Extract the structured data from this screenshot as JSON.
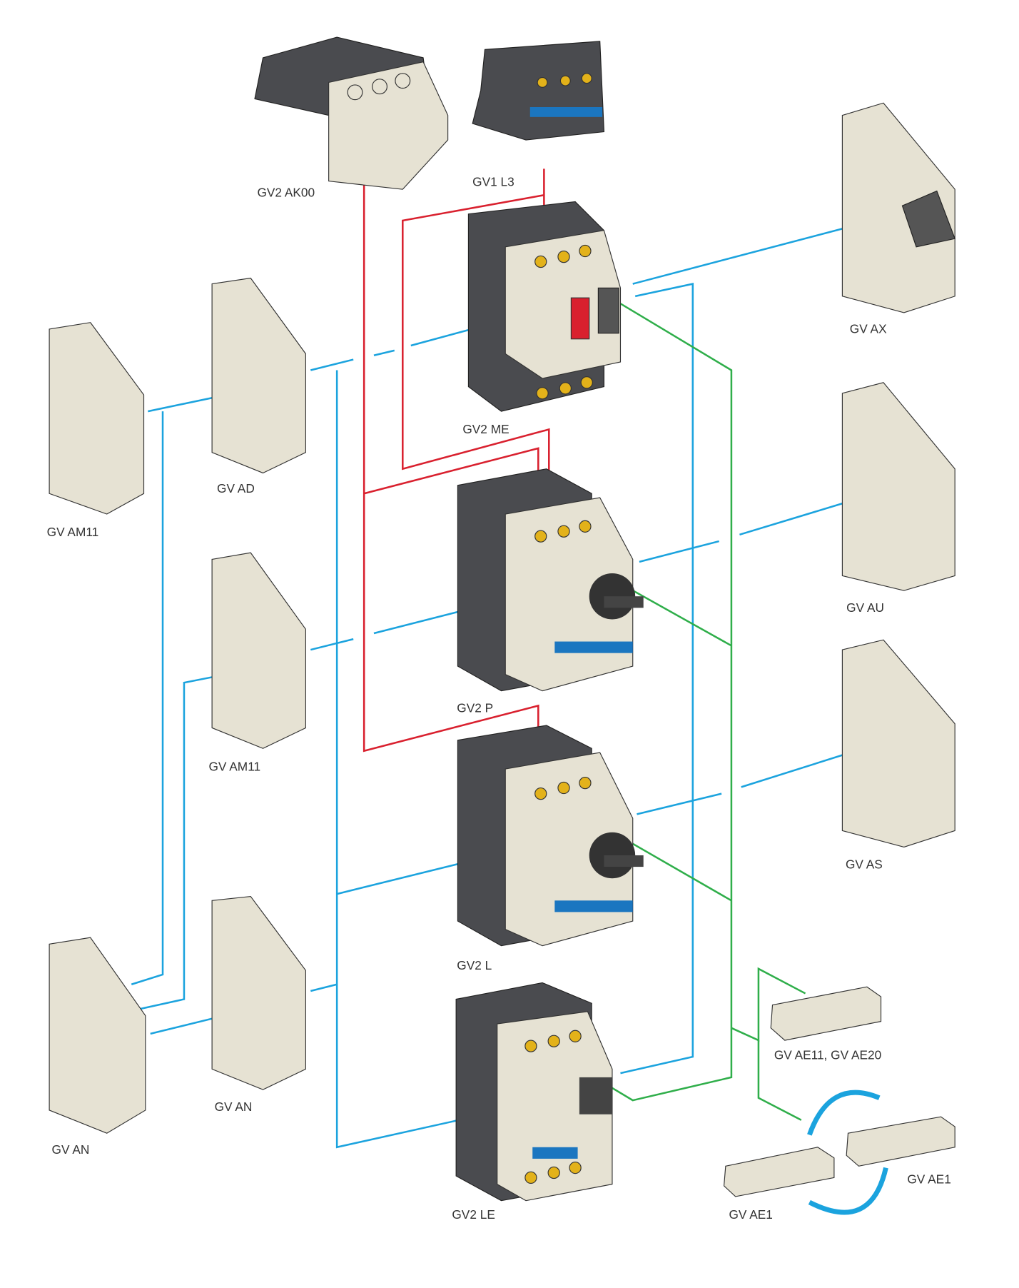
{
  "labels": {
    "gv2ak00": "GV2 AK00",
    "gv1l3": "GV1 L3",
    "gvax": "GV AX",
    "gv2me": "GV2 ME",
    "gvad": "GV AD",
    "gvam11_left": "GV AM11",
    "gvau": "GV AU",
    "gvam11_mid": "GV AM11",
    "gv2p": "GV2 P",
    "gvas": "GV AS",
    "gv2l": "GV2 L",
    "gvae11": "GV AE11, GV AE20",
    "gvan_mid": "GV AN",
    "gvan_left": "GV AN",
    "gvae1_right": "GV AE1",
    "gvae1_left": "GV AE1",
    "gv2le": "GV2 LE"
  },
  "colors": {
    "red_link": "#d9202e",
    "blue_link": "#1ba3de",
    "green_link": "#2fae4a",
    "housing_dark": "#4a4b4f",
    "housing_beige": "#e6e2d3",
    "terminal": "#e3b21a"
  }
}
